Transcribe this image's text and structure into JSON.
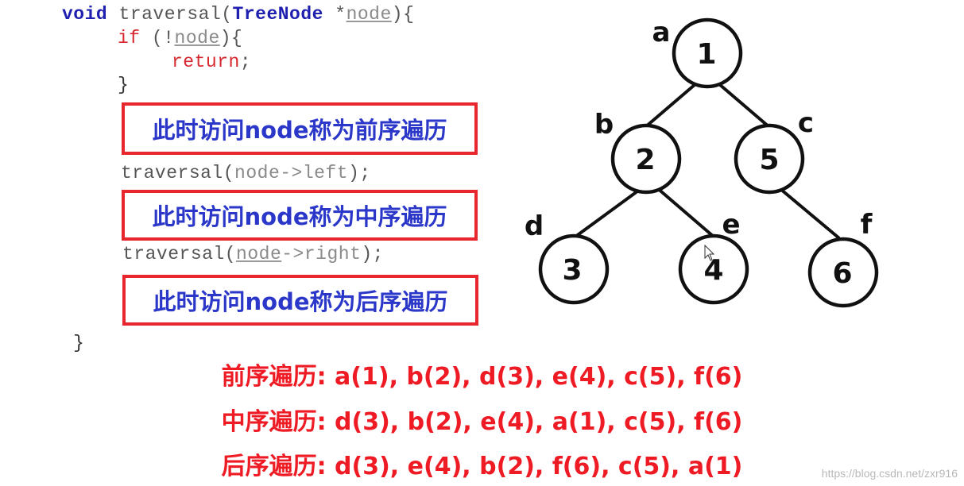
{
  "code": {
    "line1_kw": "void",
    "line1_fn": " traversal(",
    "line1_type": "TreeNode",
    "line1_star": " *",
    "line1_param": "node",
    "line1_end": "){",
    "line2_if": "if",
    "line2_open": " (!",
    "line2_param": "node",
    "line2_end": "){",
    "line3": "return",
    "line3_end": ";",
    "line4": "}",
    "line5_fn": "traversal(",
    "line5_arg": "node->left",
    "line5_end": ");",
    "line6_fn": "traversal(",
    "line6_arg1": "node",
    "line6_arg2": "->right",
    "line6_end": ");",
    "line7": "}"
  },
  "boxes": {
    "preorder": "此时访问node称为前序遍历",
    "inorder": "此时访问node称为中序遍历",
    "postorder": "此时访问node称为后序遍历"
  },
  "tree": {
    "nodes": [
      {
        "id": "1",
        "letter": "a"
      },
      {
        "id": "2",
        "letter": "b"
      },
      {
        "id": "5",
        "letter": "c"
      },
      {
        "id": "3",
        "letter": "d"
      },
      {
        "id": "4",
        "letter": "e"
      },
      {
        "id": "6",
        "letter": "f"
      }
    ]
  },
  "orders": {
    "preorder": "前序遍历: a(1), b(2), d(3), e(4), c(5), f(6)",
    "inorder": "中序遍历: d(3), b(2), e(4), a(1), c(5), f(6)",
    "postorder": "后序遍历: d(3), e(4), b(2), f(6), c(5), a(1)"
  },
  "watermark": "https://blog.csdn.net/zxr916",
  "colors": {
    "box_border": "#e8262e",
    "box_text": "#2b37c8",
    "order_text": "#ee1b24",
    "keyword": "#1f1fb0"
  }
}
